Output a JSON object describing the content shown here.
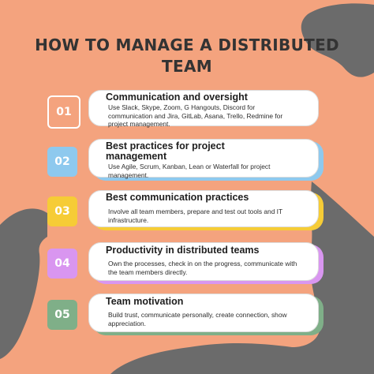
{
  "title": {
    "line1": "HOW TO MANAGE A DISTRIBUTED",
    "line2": "TEAM"
  },
  "steps": [
    {
      "number": "01",
      "title": "Communication and oversight",
      "description": "Use Slack, Skype, Zoom, G Hangouts, Discord for communication and Jira, GitLab, Asana, Trello, Redmine for project management.",
      "color": "#f4a37e"
    },
    {
      "number": "02",
      "title": "Best practices for project management",
      "description": "Use Agile, Scrum, Kanban, Lean or Waterfall for project management.",
      "color": "#8ec9ee"
    },
    {
      "number": "03",
      "title": "Best communication practices",
      "description": "Involve all team members, prepare and test out tools and IT infrastructure.",
      "color": "#f6cc36"
    },
    {
      "number": "04",
      "title": "Productivity in distributed teams",
      "description": "Own the processes, check in on the progress, communicate with the team members directly.",
      "color": "#d996f0"
    },
    {
      "number": "05",
      "title": "Team motivation",
      "description": "Build trust, communicate personally, create connection, show appreciation.",
      "color": "#7faf88"
    }
  ],
  "colors": {
    "background": "#f4a37e",
    "blob": "#6b6b6b",
    "title": "#333333"
  }
}
